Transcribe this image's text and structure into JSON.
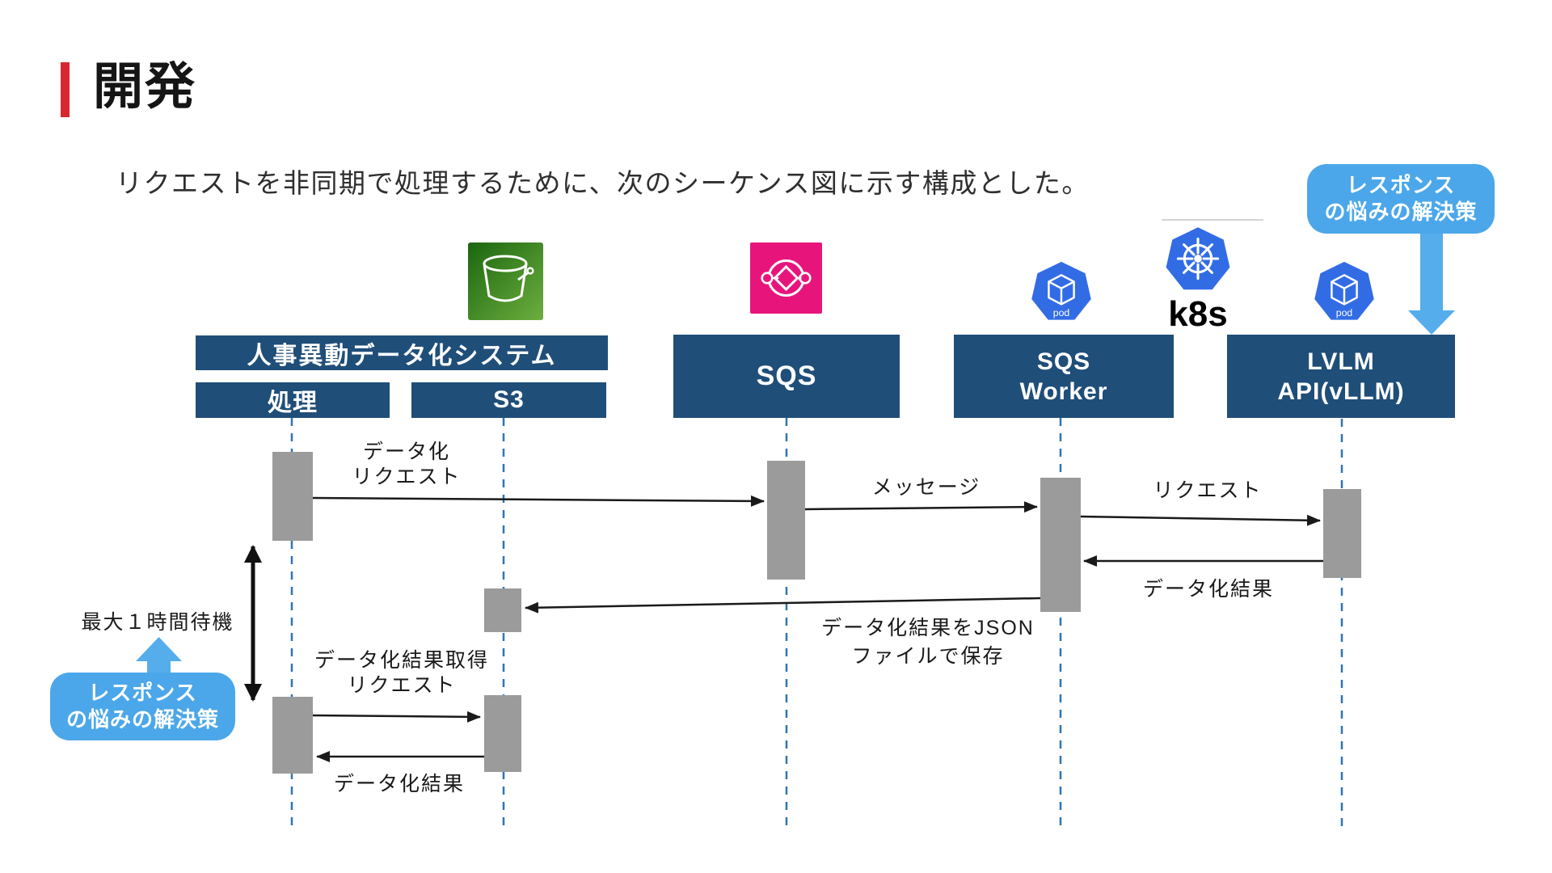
{
  "slide": {
    "title": "開発",
    "subtitle": "リクエストを非同期で処理するために、次のシーケンス図に示す構成とした。"
  },
  "colors": {
    "accent_red": "#D7282F",
    "header_navy": "#1F4E79",
    "callout_blue": "#4BA7E9",
    "fat_arrow_blue": "#55ADEB",
    "lifeline_blue": "#2E75B6",
    "activation_gray": "#9B9B9B",
    "sqs_pink": "#E7157B",
    "s3_green_dark": "#1B660F",
    "s3_green_light": "#6CAE3E",
    "k8s_blue": "#326CE5"
  },
  "callouts": {
    "top_right": {
      "line1": "レスポンス",
      "line2": "の悩みの解決策"
    },
    "bottom_left": {
      "line1": "レスポンス",
      "line2": "の悩みの解決策"
    }
  },
  "participants": {
    "system": {
      "label": "人事異動データ化システム"
    },
    "process": {
      "label": "処理"
    },
    "s3": {
      "label": "S3"
    },
    "sqs": {
      "label": "SQS"
    },
    "sqs_worker": {
      "line1": "SQS",
      "line2": "Worker"
    },
    "k8s": {
      "label": "k8s"
    },
    "lvlm": {
      "line1": "LVLM",
      "line2": "API(vLLM)"
    }
  },
  "icons": {
    "pod_label": "pod"
  },
  "messages": {
    "data_request": {
      "line1": "データ化",
      "line2": "リクエスト"
    },
    "queue_message": {
      "label": "メッセージ"
    },
    "request": {
      "label": "リクエスト"
    },
    "result_to_worker": {
      "label": "データ化結果"
    },
    "save_json": {
      "line1": "データ化結果をJSON",
      "line2": "ファイルで保存"
    },
    "max_wait": {
      "label": "最大１時間待機"
    },
    "fetch_request": {
      "line1": "データ化結果取得",
      "line2": "リクエスト"
    },
    "result_to_process": {
      "label": "データ化結果"
    }
  }
}
